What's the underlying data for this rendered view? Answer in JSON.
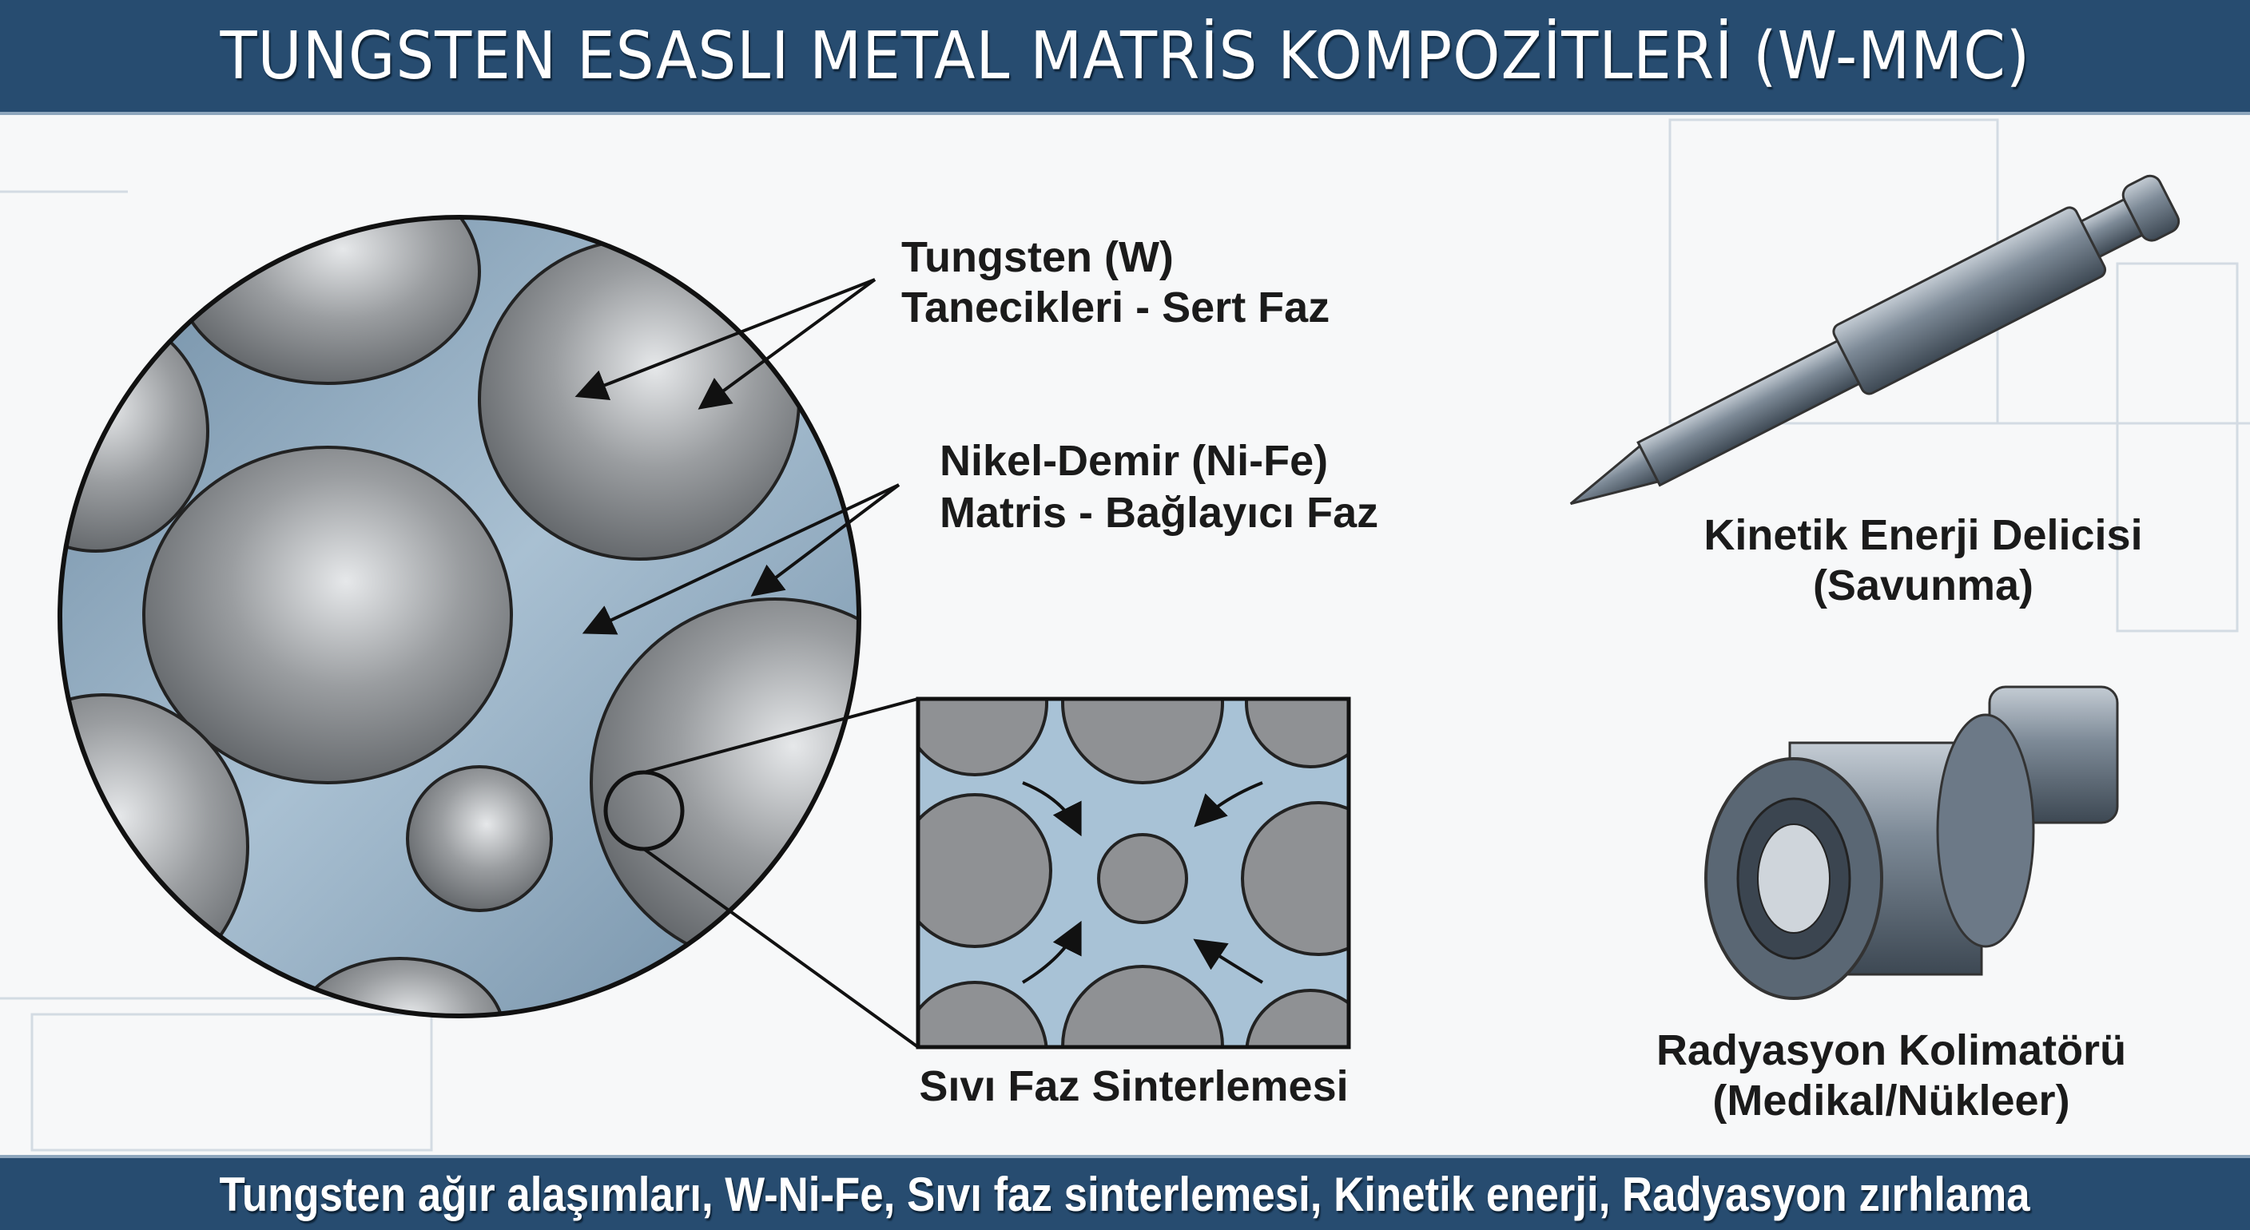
{
  "header": {
    "title": "TUNGSTEN ESASLI METAL MATRİS KOMPOZİTLERİ (W-MMC)"
  },
  "microstructure": {
    "tungsten_label": [
      "Tungsten (W)",
      "Tanecikleri - Sert Faz"
    ],
    "matrix_label": [
      "Nikel-Demir (Ni-Fe)",
      "Matris - Bağlayıcı Faz"
    ],
    "inset_label": "Sıvı Faz Sinterlemesi"
  },
  "applications": {
    "penetrator": [
      "Kinetik Enerji Delicisi",
      "(Savunma)"
    ],
    "collimator": [
      "Radyasyon Kolimatörü",
      "(Medikal/Nükleer)"
    ]
  },
  "footer": {
    "keywords": "Tungsten ağır alaşımları, W-Ni-Fe, Sıvı faz sinterlemesi, Kinetik enerji, Radyasyon zırhlama"
  },
  "colors": {
    "banner": "#274c70",
    "matrix": "#7f9db5",
    "grain": "#8a8d90"
  }
}
